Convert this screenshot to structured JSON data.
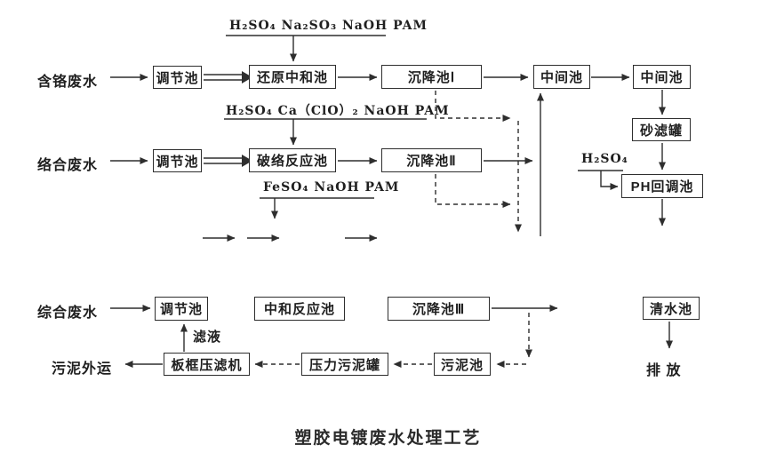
{
  "caption": "塑胶电镀废水处理工艺",
  "colors": {
    "line": "#2e2e2e",
    "text": "#1f1f1f",
    "box_background": "#ffffff",
    "page_background": "#ffffff"
  },
  "streams": {
    "chromium_in": "含铬废水",
    "complex_in": "络合废水",
    "comprehensive_in": "综合废水",
    "sludge_out": "污泥外运",
    "filtrate": "滤液",
    "discharge": "排 放"
  },
  "chemicals": {
    "reduction_dosing": "H₂SO₄ Na₂SO₃ NaOH PAM",
    "complex_breaking_dosing": "H₂SO₄ Ca（ClO）₂ NaOH PAM",
    "neutralization_dosing": "FeSO₄ NaOH PAM",
    "ph_adjust_dosing": "H₂SO₄"
  },
  "tanks": {
    "regulating1": "调节池",
    "reduction_neutralization": "还原中和池",
    "settling1": "沉降池Ⅰ",
    "intermediate1": "中间池",
    "intermediate2": "中间池",
    "sand_filter": "砂滤罐",
    "ph_readjustment": "PH回调池",
    "regulating2": "调节池",
    "complex_breaking": "破络反应池",
    "settling2": "沉降池Ⅱ",
    "regulating3": "调节池",
    "neutralization_reaction": "中和反应池",
    "settling3": "沉降池Ⅲ",
    "clean_water": "清水池",
    "plate_frame_press": "板框压滤机",
    "pressure_sludge_tank": "压力污泥罐",
    "sludge_tank": "污泥池"
  }
}
